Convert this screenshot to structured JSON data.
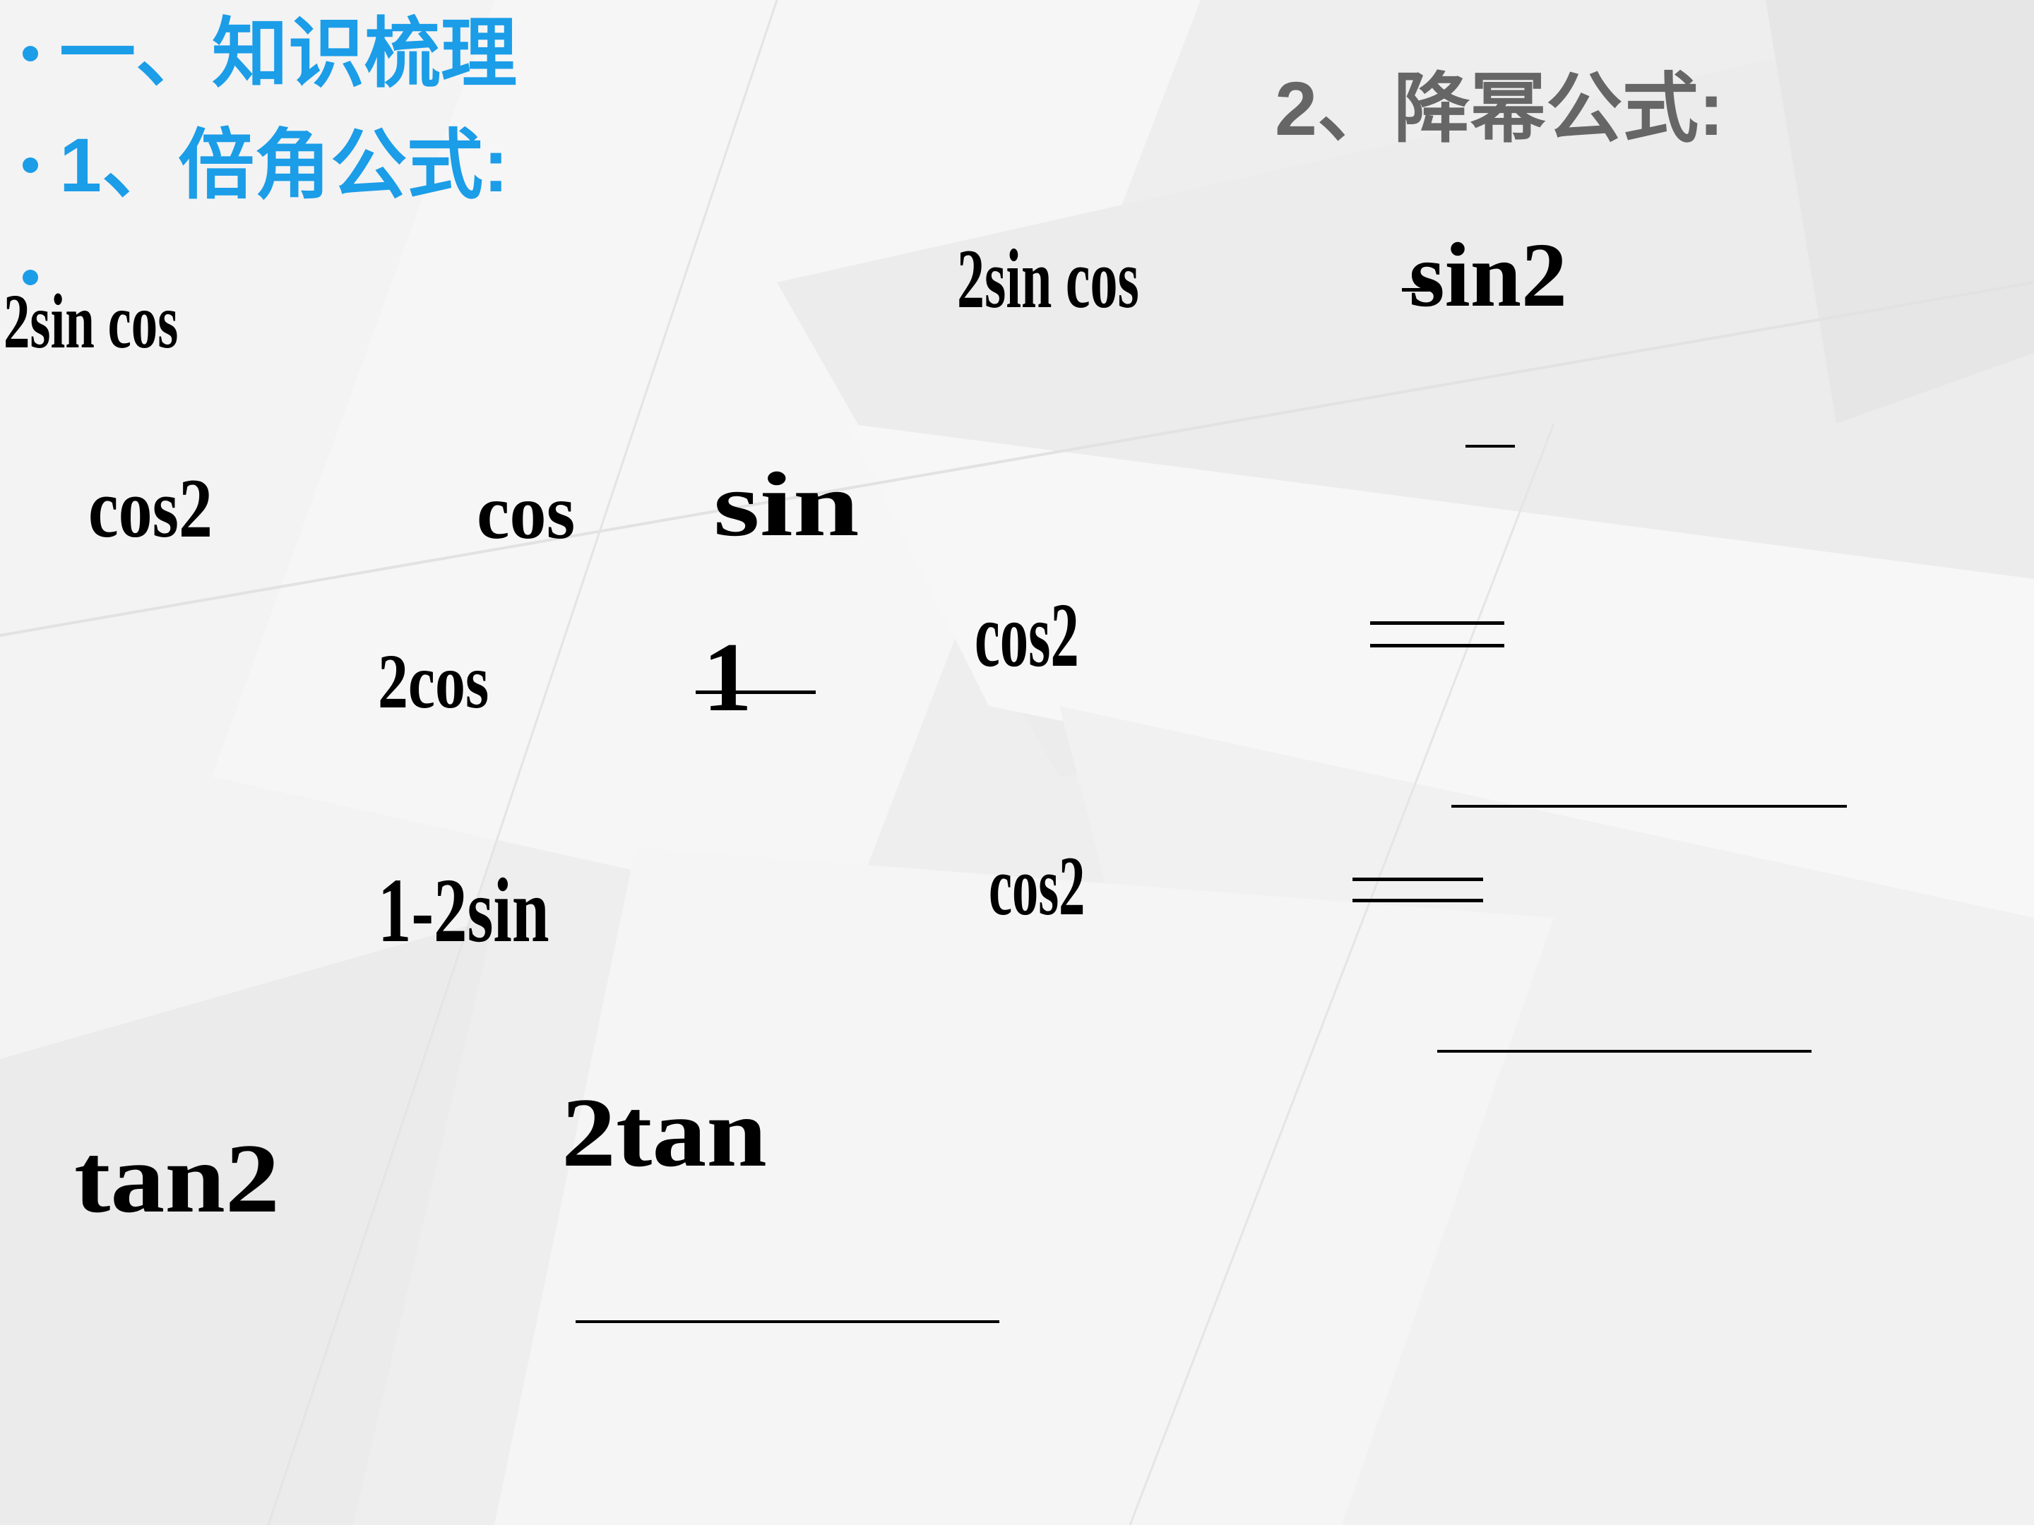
{
  "colors": {
    "heading": "#1b9de8",
    "subheading": "#666666",
    "bullet": "#1b9de8",
    "formula": "#000000"
  },
  "left": {
    "heading": "一、知识梳理",
    "subheading": "1、倍角公式:"
  },
  "right": {
    "heading": "2、降幂公式:"
  },
  "formulas": {
    "f1": "2sin cos",
    "f2": "cos2",
    "f3": "cos",
    "f4": "sin",
    "f5": "2cos",
    "f6": "1",
    "f7": "1-2sin",
    "f8": "tan2",
    "f9": "2tan",
    "r1": "2sin cos",
    "r2": "sin2",
    "r3": "cos2",
    "r4": "cos2"
  }
}
